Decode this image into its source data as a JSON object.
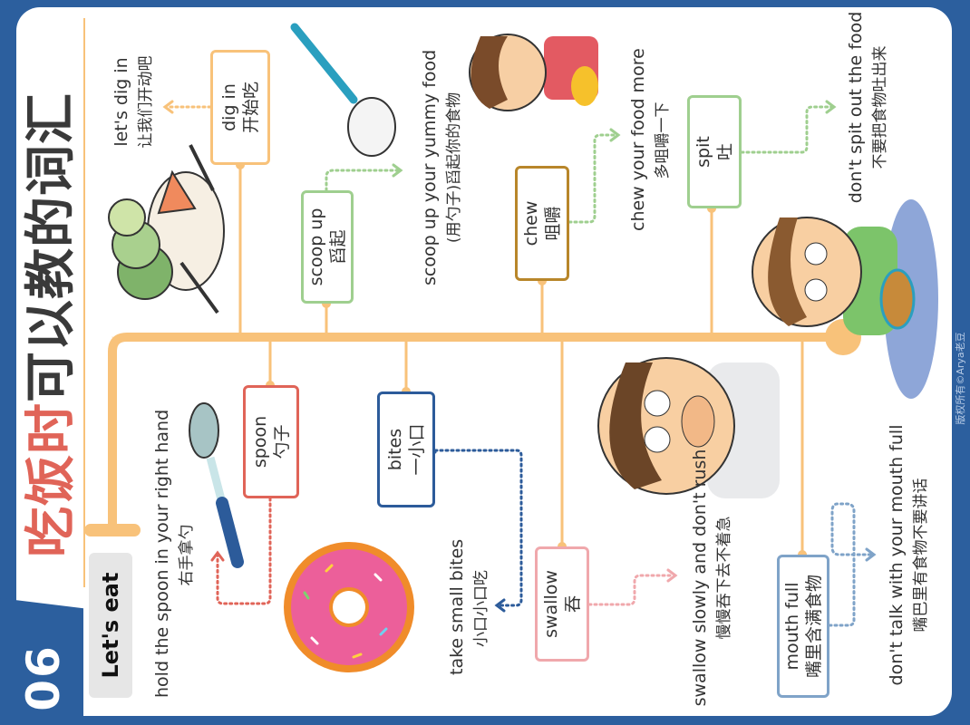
{
  "header": {
    "number": "06",
    "title_red": "吃饭时",
    "title_rest": "可以教的词汇",
    "section": "Let's eat"
  },
  "colors": {
    "blue": "#2c5f9e",
    "orange": "#f8c27a",
    "red": "#e06458",
    "green": "#9fcf8f",
    "brown": "#b8862a",
    "navy": "#2c5b9a",
    "pink": "#f0a8ac",
    "steel": "#7fa3c8"
  },
  "words": [
    {
      "en": "dig in",
      "zh": "开始吃",
      "sentence_en": "let's dig in",
      "sentence_zh": "让我们开动吧"
    },
    {
      "en": "scoop up",
      "zh": "舀起",
      "sentence_en": "scoop up your yummy food",
      "sentence_zh": "(用勺子)舀起你的食物"
    },
    {
      "en": "chew",
      "zh": "咀嚼",
      "sentence_en": "chew your food more",
      "sentence_zh": "多咀嚼一下"
    },
    {
      "en": "spit",
      "zh": "吐",
      "sentence_en": "don't spit out the food",
      "sentence_zh": "不要把食物吐出来"
    },
    {
      "en": "spoon",
      "zh": "勺子",
      "sentence_en": "hold the spoon in your right hand",
      "sentence_zh": "右手拿勺"
    },
    {
      "en": "bites",
      "zh": "一小口",
      "sentence_en": "take small bites",
      "sentence_zh": "小口小口吃"
    },
    {
      "en": "swallow",
      "zh": "吞",
      "sentence_en": "swallow slowly and don't rush",
      "sentence_zh": "慢慢吞下去不着急"
    },
    {
      "en": "mouth full",
      "zh": "嘴里含满食物",
      "sentence_en": "don't talk with your mouth full",
      "sentence_zh": "嘴巴里有食物不要讲话"
    }
  ],
  "copyright": "版权所有©Arya老豆"
}
